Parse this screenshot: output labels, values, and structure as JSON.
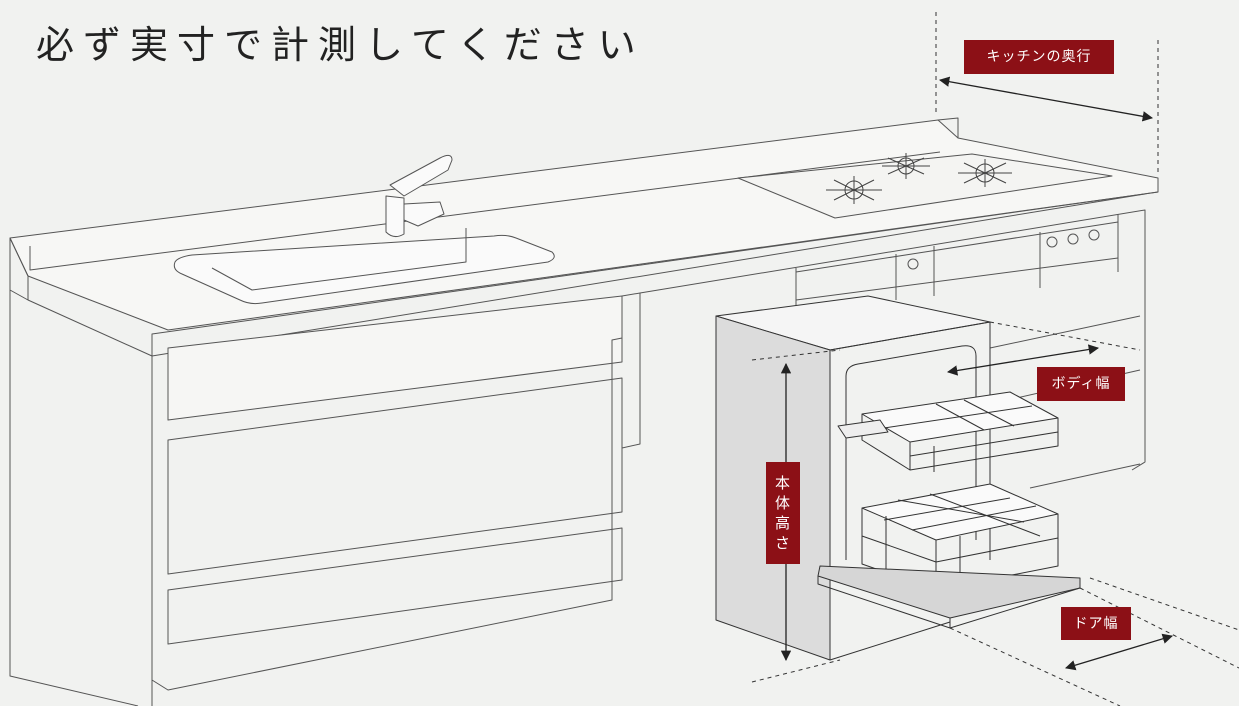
{
  "title": "必ず実寸で計測してください",
  "labels": {
    "kitchen_depth": "キッチンの奥行",
    "body_width": "ボディ幅",
    "body_height": [
      "本",
      "体",
      "高",
      "さ"
    ],
    "door_width": "ドア幅"
  },
  "colors": {
    "accent": "#8c1016",
    "background": "#f1f2f0",
    "line": "#555555",
    "side_panel": "#dcdcdc"
  }
}
